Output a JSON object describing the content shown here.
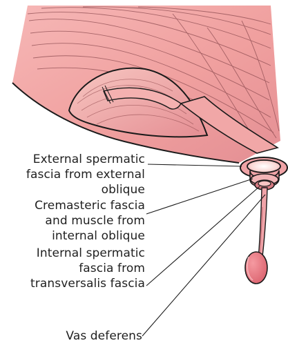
{
  "labels": {
    "external_spermatic": "External spermatic\nfascia from external\noblique",
    "cremasteric": "Cremasteric fascia\nand muscle from\ninternal oblique",
    "internal_spermatic": "Internal spermatic\nfascia from\ntransversalis fascia",
    "vas_deferens": "Vas deferens"
  },
  "colors": {
    "muscle_fill": "#f2a3a3",
    "muscle_light": "#f8c7c4",
    "muscle_dark": "#df7f83",
    "outline": "#1a1a1a",
    "testis": "#e96f79"
  }
}
